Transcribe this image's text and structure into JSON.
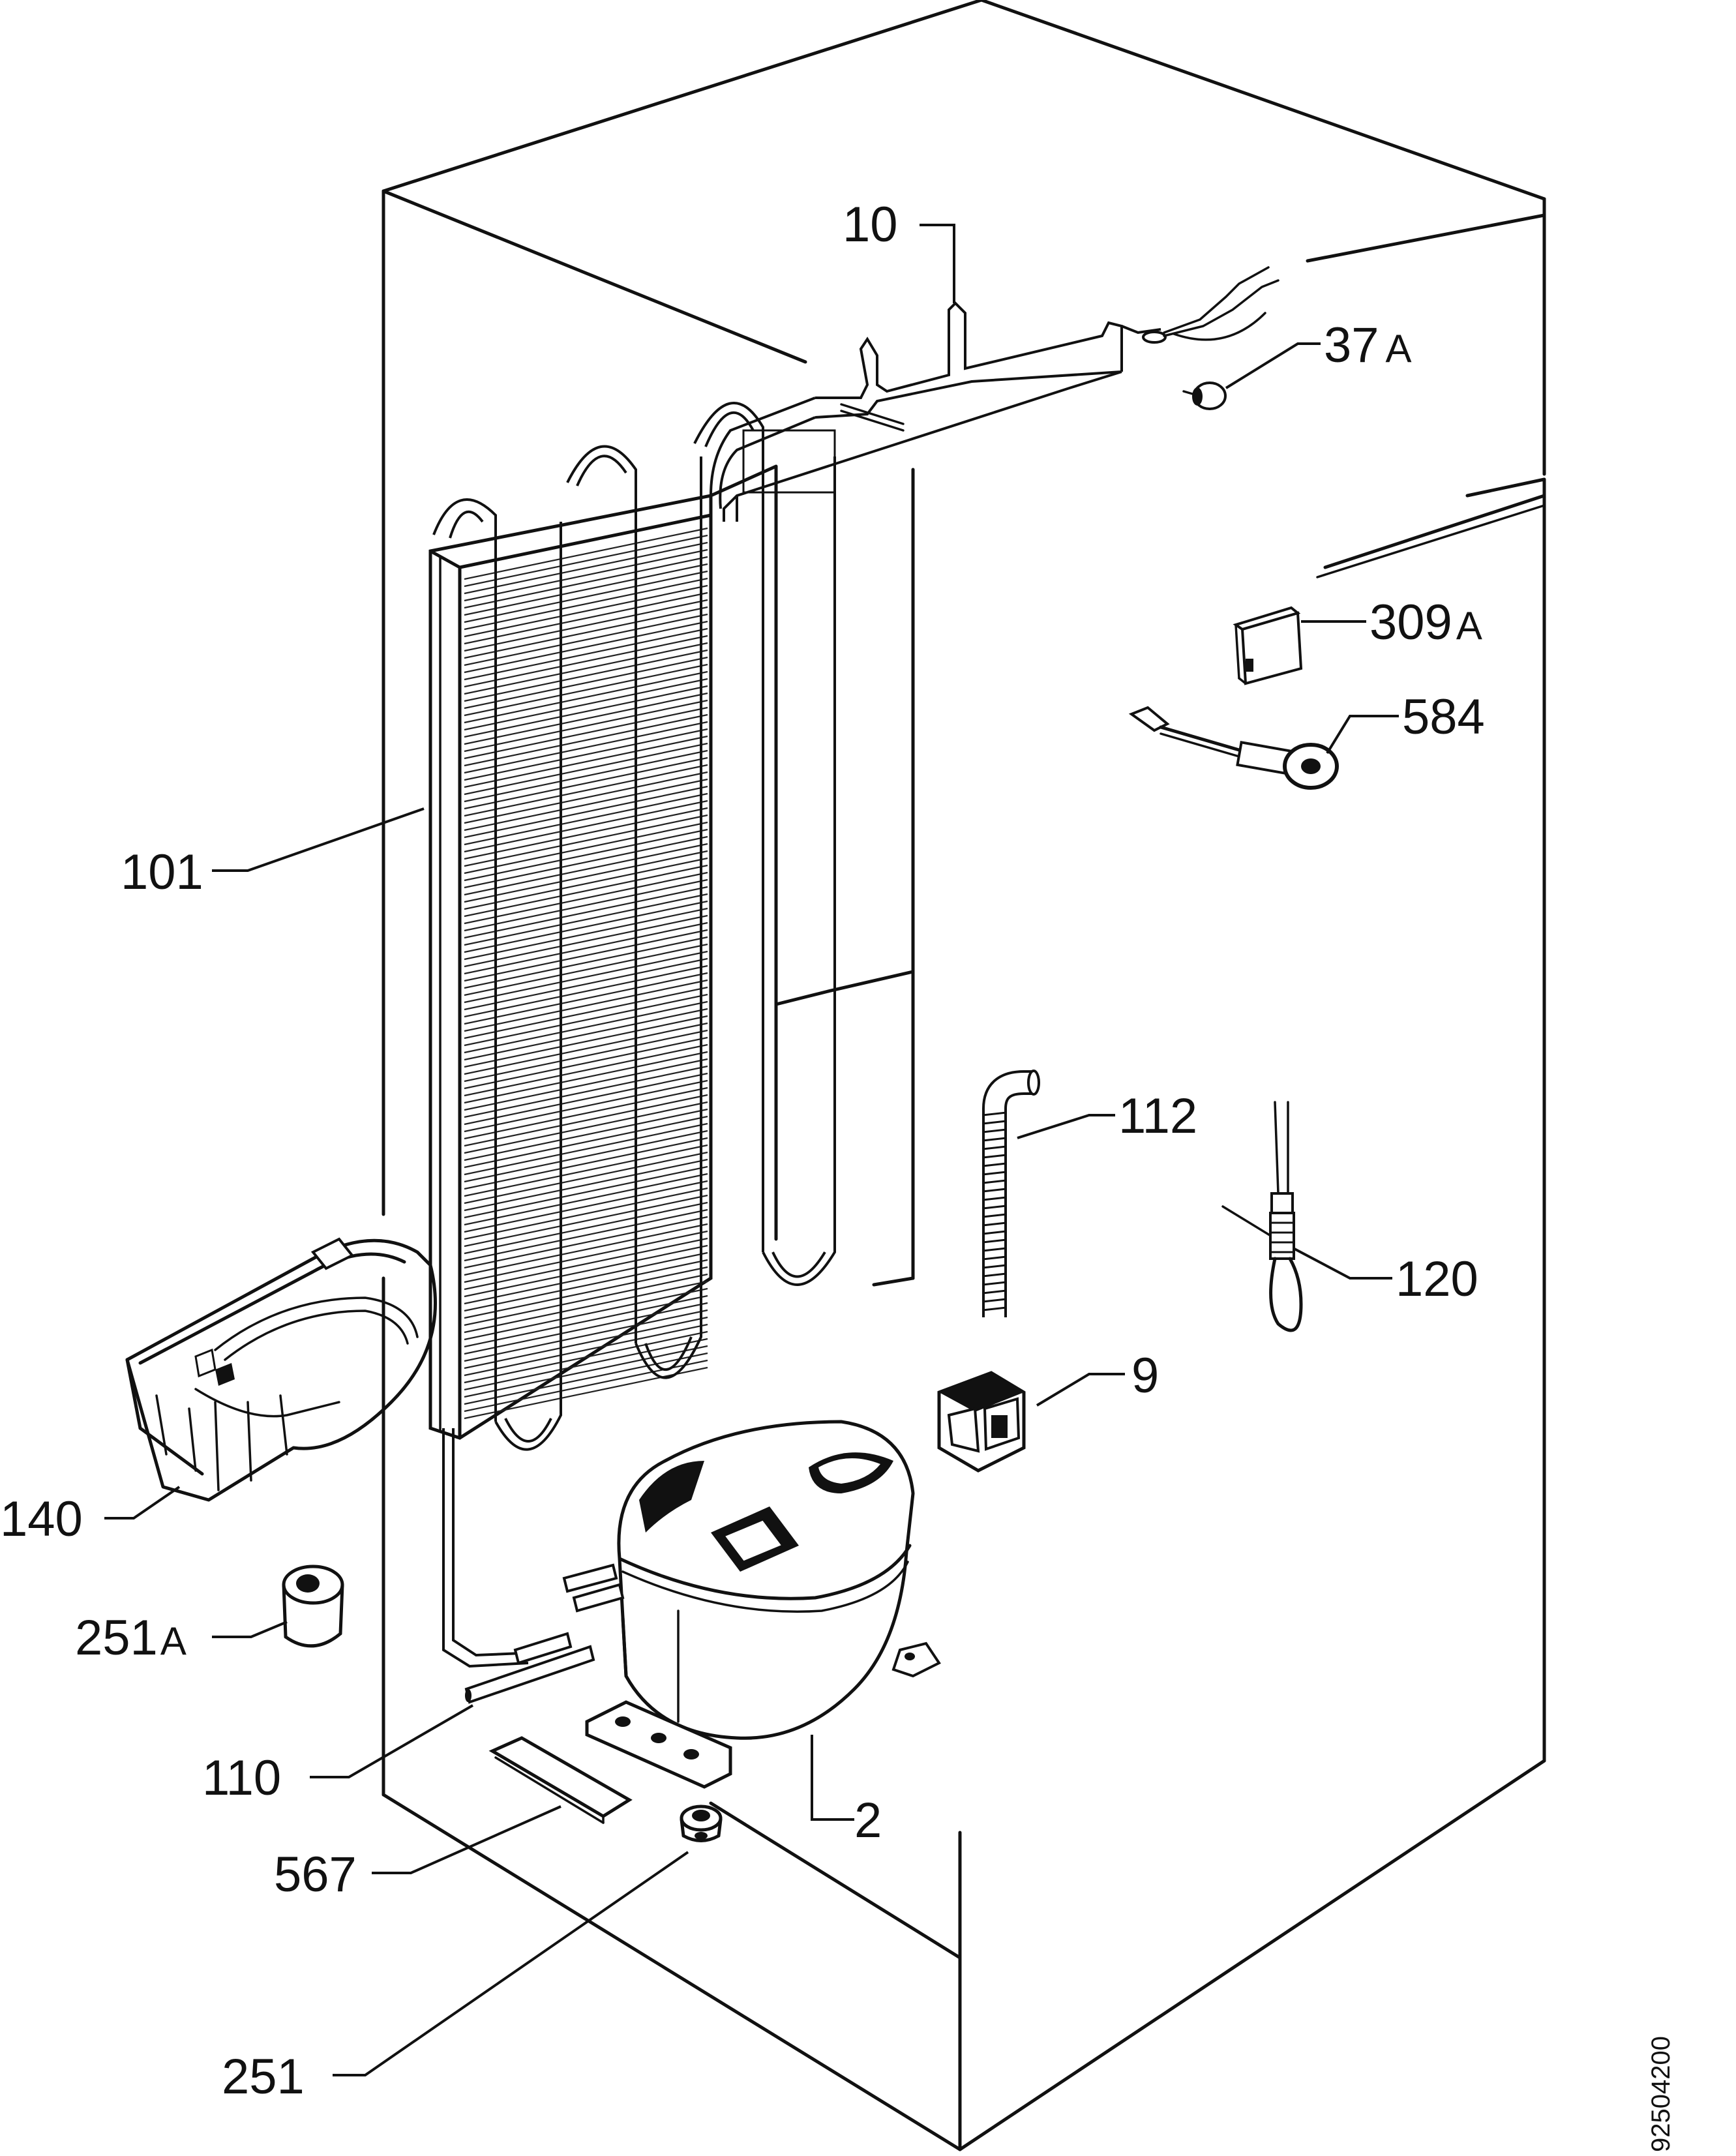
{
  "diagram": {
    "document_number": "92504200",
    "parts": [
      {
        "id": "p10",
        "label": "10"
      },
      {
        "id": "p37a",
        "label": "37",
        "suffix": "A"
      },
      {
        "id": "p309a",
        "label": "309",
        "suffix": "A"
      },
      {
        "id": "p584",
        "label": "584"
      },
      {
        "id": "p101",
        "label": "101"
      },
      {
        "id": "p112",
        "label": "112"
      },
      {
        "id": "p120",
        "label": "120"
      },
      {
        "id": "p9",
        "label": "9"
      },
      {
        "id": "p140",
        "label": "140"
      },
      {
        "id": "p251a",
        "label": "251",
        "suffix": "A"
      },
      {
        "id": "p110",
        "label": "110"
      },
      {
        "id": "p2",
        "label": "2"
      },
      {
        "id": "p567",
        "label": "567"
      },
      {
        "id": "p251",
        "label": "251"
      }
    ]
  }
}
